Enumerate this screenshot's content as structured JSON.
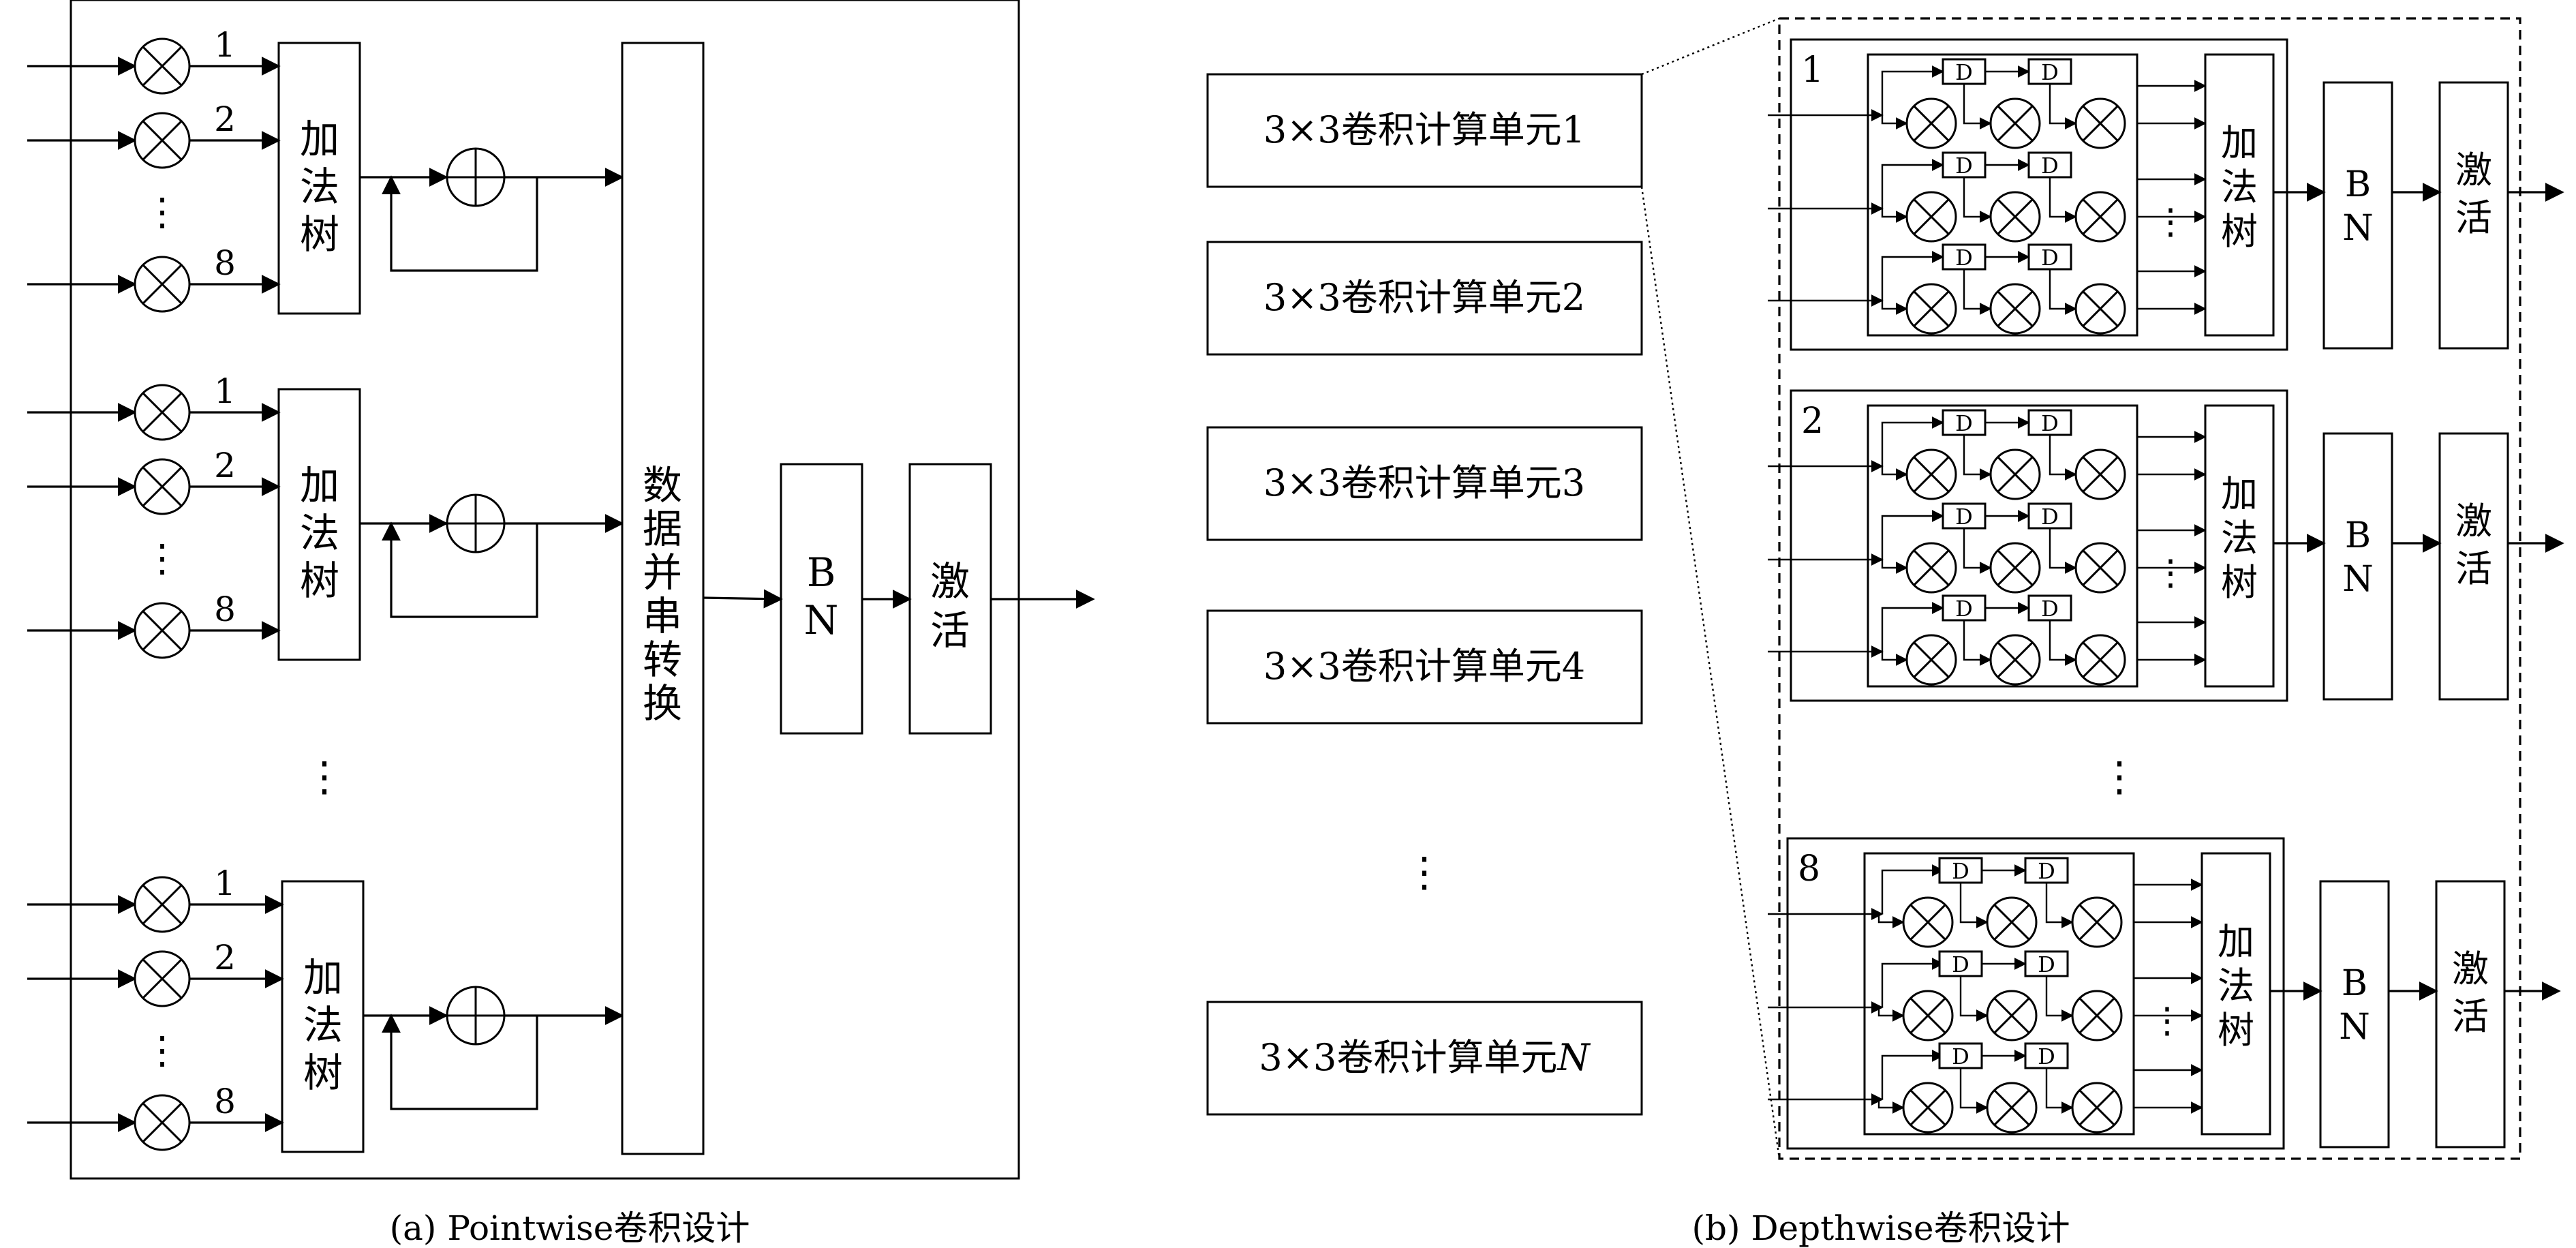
{
  "figure": {
    "pointwise": {
      "caption": "(a) Pointwise卷积设计",
      "groups": [
        {
          "input_labels": [
            "1",
            "2",
            "8"
          ],
          "adder_tree": "加法树"
        },
        {
          "input_labels": [
            "1",
            "2",
            "8"
          ],
          "adder_tree": "加法树"
        },
        {
          "input_labels": [
            "1",
            "2",
            "8"
          ],
          "adder_tree": "加法树"
        }
      ],
      "group_ellipsis": "⋮",
      "input_ellipsis": "⋮",
      "serializer": "数据并串转换",
      "bn": "BN",
      "activation": "激活"
    },
    "depthwise": {
      "caption": "(b) Depthwise卷积设计",
      "units": [
        "3×3卷积计算单元1",
        "3×3卷积计算单元2",
        "3×3卷积计算单元3",
        "3×3卷积计算单元4",
        "3×3卷积计算单元N"
      ],
      "unit_ellipsis": "⋮",
      "detail_ellipsis": "⋮",
      "detail_blocks": [
        {
          "index": "1",
          "adder_tree": "加法树",
          "bn": "BN",
          "activation": "激活"
        },
        {
          "index": "2",
          "adder_tree": "加法树",
          "bn": "BN",
          "activation": "激活"
        },
        {
          "index": "8",
          "adder_tree": "加法树",
          "bn": "BN",
          "activation": "激活"
        }
      ],
      "delay_label": "D",
      "row_ellipsis": "⋮"
    }
  }
}
